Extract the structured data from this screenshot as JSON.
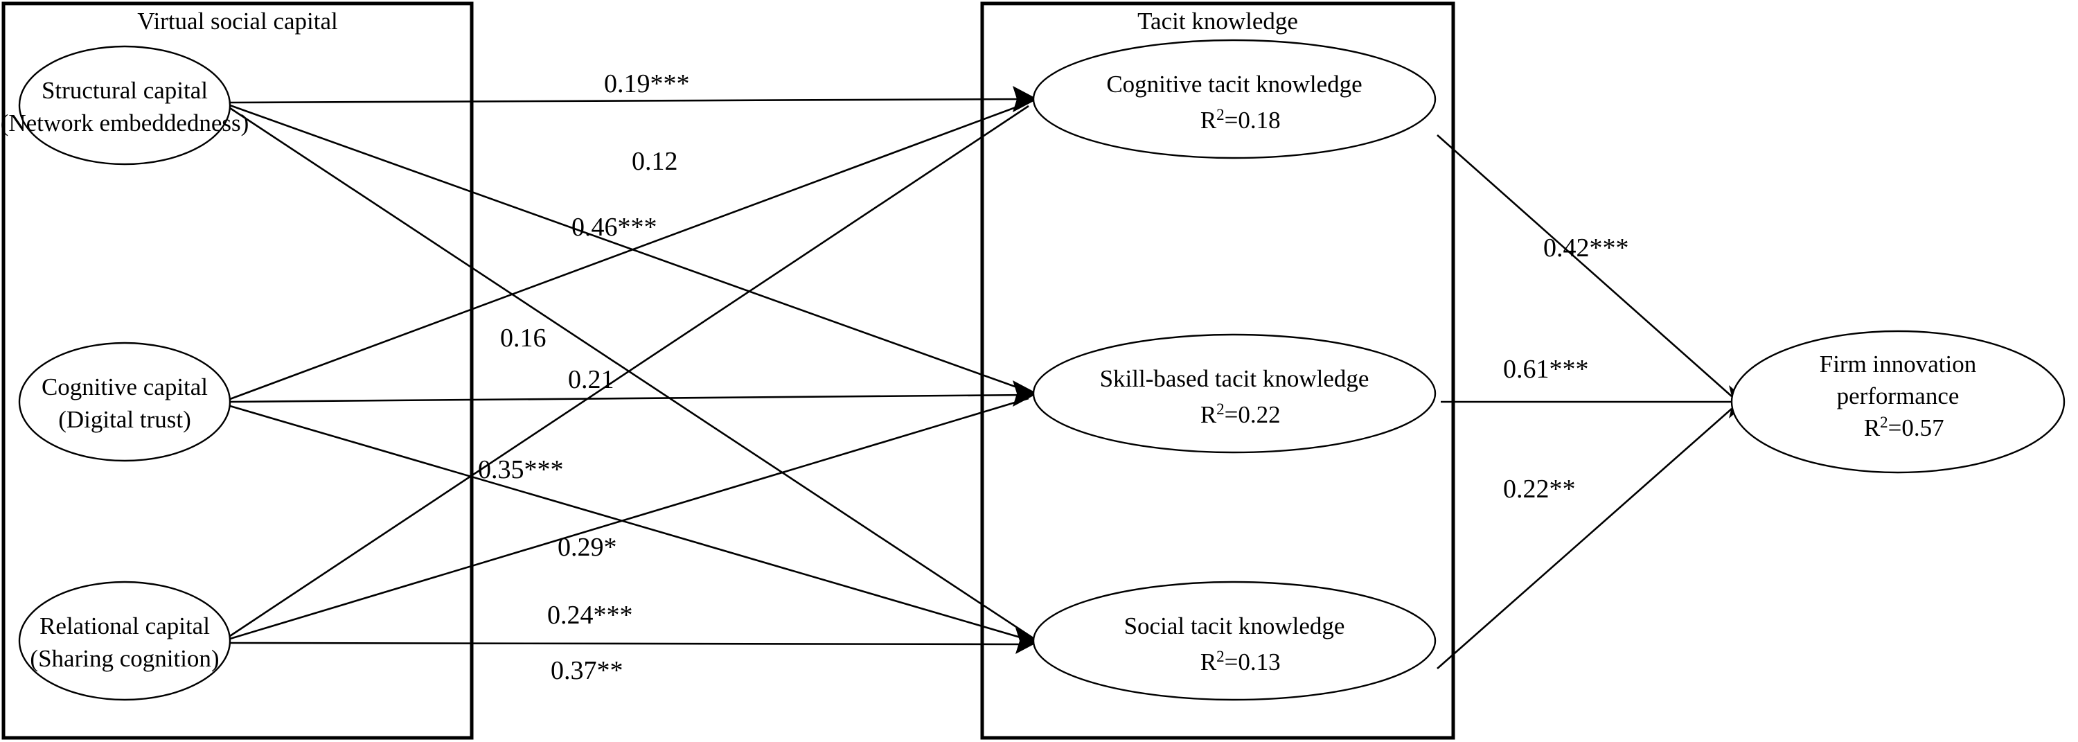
{
  "diagram": {
    "title": "Virtual social capital and tacit knowledge structural model",
    "type": "path-diagram",
    "colors": {
      "stroke": "#000000",
      "fill": "#ffffff",
      "background": "#ffffff"
    }
  },
  "groups": [
    {
      "id": "virtual-social-capital",
      "title": "Virtual social capital"
    },
    {
      "id": "tacit-knowledge",
      "title": "Tacit knowledge"
    }
  ],
  "nodes": [
    {
      "id": "structural-capital",
      "line1": "Structural capital",
      "line2": "(Network embeddedness)",
      "r2": null
    },
    {
      "id": "cognitive-capital",
      "line1": "Cognitive capital",
      "line2": "(Digital trust)",
      "r2": null
    },
    {
      "id": "relational-capital",
      "line1": "Relational capital",
      "line2": "(Sharing cognition)",
      "r2": null
    },
    {
      "id": "cognitive-tacit-knowledge",
      "line1": "Cognitive tacit knowledge",
      "line2": null,
      "r2_prefix": "R",
      "r2_sup": "2",
      "r2_value": "=0.18"
    },
    {
      "id": "skill-based-tacit-knowledge",
      "line1": "Skill-based tacit knowledge",
      "line2": null,
      "r2_prefix": "R",
      "r2_sup": "2",
      "r2_value": "=0.22"
    },
    {
      "id": "social-tacit-knowledge",
      "line1": "Social tacit knowledge",
      "line2": null,
      "r2_prefix": "R",
      "r2_sup": "2",
      "r2_value": "=0.13"
    },
    {
      "id": "firm-innovation-performance",
      "line1": "Firm innovation",
      "line2": "performance",
      "r2_prefix": "R",
      "r2_sup": "2",
      "r2_value": "=0.57"
    }
  ],
  "paths": [
    {
      "id": "sc-to-ctk",
      "from": "structural-capital",
      "to": "cognitive-tacit-knowledge",
      "coefficient": "0.19***"
    },
    {
      "id": "sc-to-stk",
      "from": "structural-capital",
      "to": "skill-based-tacit-knowledge",
      "coefficient": "0.12"
    },
    {
      "id": "sc-to-soc",
      "from": "structural-capital",
      "to": "social-tacit-knowledge",
      "coefficient": "0.46***"
    },
    {
      "id": "cc-to-ctk",
      "from": "cognitive-capital",
      "to": "cognitive-tacit-knowledge",
      "coefficient": "0.16"
    },
    {
      "id": "cc-to-stk",
      "from": "cognitive-capital",
      "to": "skill-based-tacit-knowledge",
      "coefficient": "0.21"
    },
    {
      "id": "cc-to-soc",
      "from": "cognitive-capital",
      "to": "social-tacit-knowledge",
      "coefficient": "0.35***"
    },
    {
      "id": "rc-to-ctk",
      "from": "relational-capital",
      "to": "cognitive-tacit-knowledge",
      "coefficient": "0.29*"
    },
    {
      "id": "rc-to-stk",
      "from": "relational-capital",
      "to": "skill-based-tacit-knowledge",
      "coefficient": "0.24***"
    },
    {
      "id": "rc-to-soc",
      "from": "relational-capital",
      "to": "social-tacit-knowledge",
      "coefficient": "0.37**"
    },
    {
      "id": "ctk-to-fip",
      "from": "cognitive-tacit-knowledge",
      "to": "firm-innovation-performance",
      "coefficient": "0.42***"
    },
    {
      "id": "stk-to-fip",
      "from": "skill-based-tacit-knowledge",
      "to": "firm-innovation-performance",
      "coefficient": "0.61***"
    },
    {
      "id": "soc-to-fip",
      "from": "social-tacit-knowledge",
      "to": "firm-innovation-performance",
      "coefficient": "0.22**"
    }
  ],
  "chart_data": {
    "type": "diagram",
    "title": "Virtual social capital and tacit knowledge structural model",
    "exogenous_constructs": [
      "Structural capital (Network embeddedness)",
      "Cognitive capital (Digital trust)",
      "Relational capital (Sharing cognition)"
    ],
    "mediator_constructs": [
      {
        "name": "Cognitive tacit knowledge",
        "r_squared": 0.18
      },
      {
        "name": "Skill-based tacit knowledge",
        "r_squared": 0.22
      },
      {
        "name": "Social tacit knowledge",
        "r_squared": 0.13
      }
    ],
    "outcome_construct": {
      "name": "Firm innovation performance",
      "r_squared": 0.57
    },
    "path_coefficients": [
      {
        "from": "Structural capital",
        "to": "Cognitive tacit knowledge",
        "beta": 0.19,
        "significance": "***"
      },
      {
        "from": "Structural capital",
        "to": "Skill-based tacit knowledge",
        "beta": 0.12,
        "significance": ""
      },
      {
        "from": "Structural capital",
        "to": "Social tacit knowledge",
        "beta": 0.46,
        "significance": "***"
      },
      {
        "from": "Cognitive capital",
        "to": "Cognitive tacit knowledge",
        "beta": 0.16,
        "significance": ""
      },
      {
        "from": "Cognitive capital",
        "to": "Skill-based tacit knowledge",
        "beta": 0.21,
        "significance": ""
      },
      {
        "from": "Cognitive capital",
        "to": "Social tacit knowledge",
        "beta": 0.35,
        "significance": "***"
      },
      {
        "from": "Relational capital",
        "to": "Cognitive tacit knowledge",
        "beta": 0.29,
        "significance": "*"
      },
      {
        "from": "Relational capital",
        "to": "Skill-based tacit knowledge",
        "beta": 0.24,
        "significance": "***"
      },
      {
        "from": "Relational capital",
        "to": "Social tacit knowledge",
        "beta": 0.37,
        "significance": "**"
      },
      {
        "from": "Cognitive tacit knowledge",
        "to": "Firm innovation performance",
        "beta": 0.42,
        "significance": "***"
      },
      {
        "from": "Skill-based tacit knowledge",
        "to": "Firm innovation performance",
        "beta": 0.61,
        "significance": "***"
      },
      {
        "from": "Social tacit knowledge",
        "to": "Firm innovation performance",
        "beta": 0.22,
        "significance": "**"
      }
    ]
  }
}
